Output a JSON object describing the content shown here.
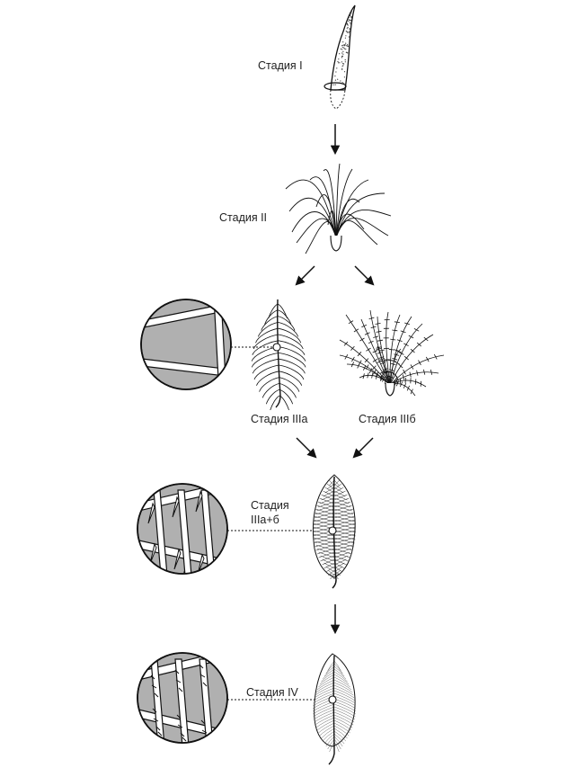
{
  "labels": {
    "stage1": "Стадия I",
    "stage2": "Стадия II",
    "stage3a": "Стадия IIIa",
    "stage3b": "Стадия IIIб",
    "stage3ab_line1": "Стадия",
    "stage3ab_line2": "IIIa+б",
    "stage4": "Стадия IV"
  },
  "colors": {
    "ink": "#111111",
    "lens_fill": "#aaaaaa",
    "label": "#222222"
  }
}
